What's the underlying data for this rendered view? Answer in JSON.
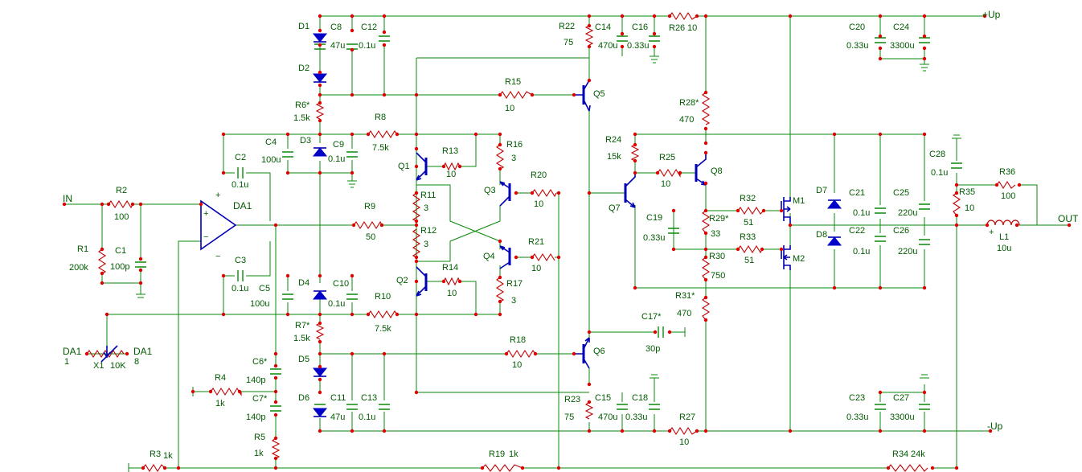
{
  "rails": {
    "pos": "+Up",
    "neg": "-Up"
  },
  "ports": {
    "in": "IN",
    "out": "OUT"
  },
  "opamp": {
    "name": "DA1",
    "plus": "+",
    "minus": "−"
  },
  "trimmer": {
    "name": "X1",
    "value": "10K",
    "left_a": "DA1",
    "left_b": "1",
    "right_a": "DA1",
    "right_b": "8"
  },
  "l1": {
    "name": "L1",
    "value": "10u",
    "plus": "+"
  },
  "resistors": [
    {
      "n": "R1",
      "v": "200k"
    },
    {
      "n": "R2",
      "v": "100"
    },
    {
      "n": "R3",
      "v": "1k"
    },
    {
      "n": "R4",
      "v": "1k"
    },
    {
      "n": "R5",
      "v": "1k"
    },
    {
      "n": "R6*",
      "v": "1.5k"
    },
    {
      "n": "R7*",
      "v": "1.5k"
    },
    {
      "n": "R8",
      "v": "7.5k"
    },
    {
      "n": "R9",
      "v": "50"
    },
    {
      "n": "R10",
      "v": "7.5k"
    },
    {
      "n": "R11",
      "v": "3"
    },
    {
      "n": "R12",
      "v": "3"
    },
    {
      "n": "R13",
      "v": "10"
    },
    {
      "n": "R14",
      "v": "10"
    },
    {
      "n": "R15",
      "v": "10"
    },
    {
      "n": "R16",
      "v": "3"
    },
    {
      "n": "R17",
      "v": "3"
    },
    {
      "n": "R18",
      "v": "10"
    },
    {
      "n": "R19",
      "v": "1k"
    },
    {
      "n": "R20",
      "v": "10"
    },
    {
      "n": "R21",
      "v": "10"
    },
    {
      "n": "R22",
      "v": "75"
    },
    {
      "n": "R23",
      "v": "75"
    },
    {
      "n": "R24",
      "v": "15k"
    },
    {
      "n": "R25",
      "v": "10"
    },
    {
      "n": "R26",
      "v": "10"
    },
    {
      "n": "R27",
      "v": "10"
    },
    {
      "n": "R28*",
      "v": "470"
    },
    {
      "n": "R29*",
      "v": "33"
    },
    {
      "n": "R30",
      "v": "750"
    },
    {
      "n": "R31*",
      "v": "470"
    },
    {
      "n": "R32",
      "v": "51"
    },
    {
      "n": "R33",
      "v": "51"
    },
    {
      "n": "R34",
      "v": "24k"
    },
    {
      "n": "R35",
      "v": "10"
    },
    {
      "n": "R36",
      "v": "100"
    }
  ],
  "capacitors": [
    {
      "n": "C1",
      "v": "100p"
    },
    {
      "n": "C2",
      "v": "0.1u"
    },
    {
      "n": "C3",
      "v": "0.1u"
    },
    {
      "n": "C4",
      "v": "100u"
    },
    {
      "n": "C5",
      "v": "100u"
    },
    {
      "n": "C6*",
      "v": "140p"
    },
    {
      "n": "C7*",
      "v": "140p"
    },
    {
      "n": "C8",
      "v": "47u"
    },
    {
      "n": "C9",
      "v": "0.1u"
    },
    {
      "n": "C10",
      "v": "0.1u"
    },
    {
      "n": "C11",
      "v": "47u"
    },
    {
      "n": "C12",
      "v": "0.1u"
    },
    {
      "n": "C13",
      "v": "0.1u"
    },
    {
      "n": "C14",
      "v": "470u"
    },
    {
      "n": "C15",
      "v": "470u"
    },
    {
      "n": "C16",
      "v": "0.33u"
    },
    {
      "n": "C17*",
      "v": "30p"
    },
    {
      "n": "C18",
      "v": "0.33u"
    },
    {
      "n": "C19",
      "v": "0.33u"
    },
    {
      "n": "C20",
      "v": "0.33u"
    },
    {
      "n": "C21",
      "v": "0.1u"
    },
    {
      "n": "C22",
      "v": "0.1u"
    },
    {
      "n": "C23",
      "v": "0.33u"
    },
    {
      "n": "C24",
      "v": "3300u"
    },
    {
      "n": "C25",
      "v": "220u"
    },
    {
      "n": "C26",
      "v": "220u"
    },
    {
      "n": "C27",
      "v": "3300u"
    },
    {
      "n": "C28",
      "v": "0.1u"
    }
  ],
  "diodes": [
    "D1",
    "D2",
    "D3",
    "D4",
    "D5",
    "D6",
    "D7",
    "D8"
  ],
  "transistors": [
    "Q1",
    "Q2",
    "Q3",
    "Q4",
    "Q5",
    "Q6",
    "Q7",
    "Q8"
  ],
  "mosfets": [
    "M1",
    "M2"
  ],
  "colors": {
    "wire": "#0a8a0a",
    "resistor": "#c00000",
    "semiconductor": "#0000b4",
    "junction": "#dd0000",
    "label": "#005a00"
  }
}
